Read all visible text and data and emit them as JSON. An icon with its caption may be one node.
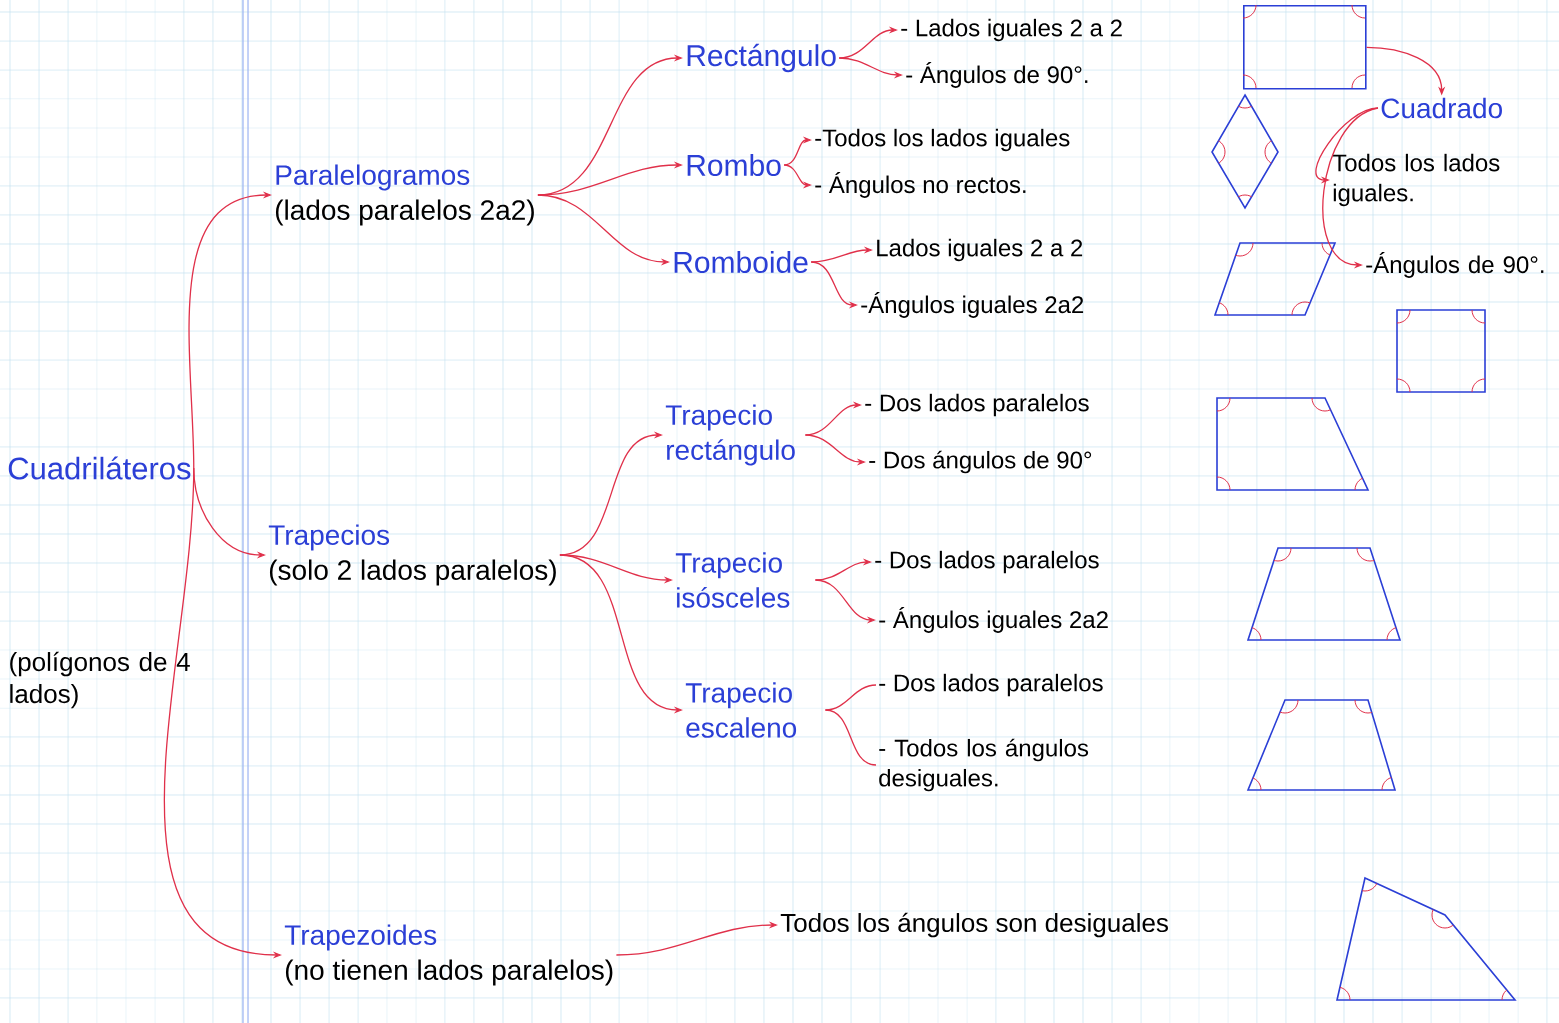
{
  "diagram": {
    "nodes": [
      {
        "text": [
          "Cuadriláteros"
        ]
      },
      {
        "text": [
          "Paralelogramos",
          "(lados paralelos 2a2)"
        ]
      },
      {
        "text": [
          "Trapecios",
          "(solo 2 lados paralelos)"
        ]
      },
      {
        "text": [
          "Trapezoides",
          "(no tienen lados paralelos)"
        ]
      },
      {
        "text": [
          "Rectángulo"
        ]
      },
      {
        "text": [
          "- Lados iguales 2 a 2"
        ]
      },
      {
        "text": [
          "- Ángulos de 90°."
        ]
      },
      {
        "text": [
          "Rombo"
        ]
      },
      {
        "text": [
          "-Todos los lados iguales"
        ]
      },
      {
        "text": [
          "- Ángulos no rectos."
        ]
      },
      {
        "text": [
          "Romboide"
        ]
      },
      {
        "text": [
          "Lados iguales 2 a 2"
        ]
      },
      {
        "text": [
          "-Ángulos iguales 2a2"
        ]
      },
      {
        "text": [
          "Trapecio rectángulo"
        ]
      },
      {
        "text": [
          "- Dos lados paralelos"
        ]
      },
      {
        "text": [
          "- Dos ángulos de 90°"
        ]
      },
      {
        "text": [
          "Trapecio isósceles"
        ]
      },
      {
        "text": [
          "- Dos lados paralelos"
        ]
      },
      {
        "text": [
          "- Ángulos iguales 2a2"
        ]
      },
      {
        "text": [
          "Trapecio escaleno"
        ]
      },
      {
        "text": [
          "- Dos lados paralelos"
        ]
      },
      {
        "text": [
          "- Todos los ángulos desiguales."
        ]
      },
      {
        "text": [
          "Todos los ángulos son desiguales"
        ]
      },
      {
        "text": [],
        "shape": "box"
      },
      {
        "text": [
          "Cuadrado"
        ]
      },
      {
        "text": [
          "Todos los lados iguales."
        ]
      },
      {
        "text": [
          "-Ángulos de 90°."
        ]
      }
    ],
    "edges": [
      {
        "from": 0,
        "to": 1,
        "arrow": "to"
      },
      {
        "from": 0,
        "to": 2,
        "arrow": "to"
      },
      {
        "from": 0,
        "to": 3,
        "arrow": "to"
      },
      {
        "from": 1,
        "to": 4,
        "arrow": "to"
      },
      {
        "from": 1,
        "to": 7,
        "arrow": "to"
      },
      {
        "from": 1,
        "to": 10,
        "arrow": "to"
      },
      {
        "from": 4,
        "to": 5,
        "arrow": "to"
      },
      {
        "from": 4,
        "to": 6,
        "arrow": "to"
      },
      {
        "from": 7,
        "to": 8,
        "arrow": "to"
      },
      {
        "from": 7,
        "to": 9,
        "arrow": "to"
      },
      {
        "from": 10,
        "to": 11,
        "arrow": "to"
      },
      {
        "from": 10,
        "to": 12,
        "arrow": "to"
      },
      {
        "from": 2,
        "to": 13,
        "arrow": "to"
      },
      {
        "from": 2,
        "to": 16,
        "arrow": "to"
      },
      {
        "from": 2,
        "to": 19,
        "arrow": "to"
      },
      {
        "from": 13,
        "to": 14,
        "arrow": "to"
      },
      {
        "from": 13,
        "to": 15,
        "arrow": "to"
      },
      {
        "from": 16,
        "to": 17,
        "arrow": "to"
      },
      {
        "from": 16,
        "to": 18,
        "arrow": "to"
      },
      {
        "from": 19,
        "to": 20,
        "arrow": "none"
      },
      {
        "from": 19,
        "to": 21,
        "arrow": "none"
      },
      {
        "from": 3,
        "to": 22,
        "arrow": "to"
      },
      {
        "from": 23,
        "to": 24,
        "arrow": "to"
      },
      {
        "from": 24,
        "to": 25,
        "arrow": "to"
      },
      {
        "from": 24,
        "to": 26,
        "arrow": "to"
      }
    ],
    "labels": [
      "(polígonos de 4 lados)"
    ]
  }
}
